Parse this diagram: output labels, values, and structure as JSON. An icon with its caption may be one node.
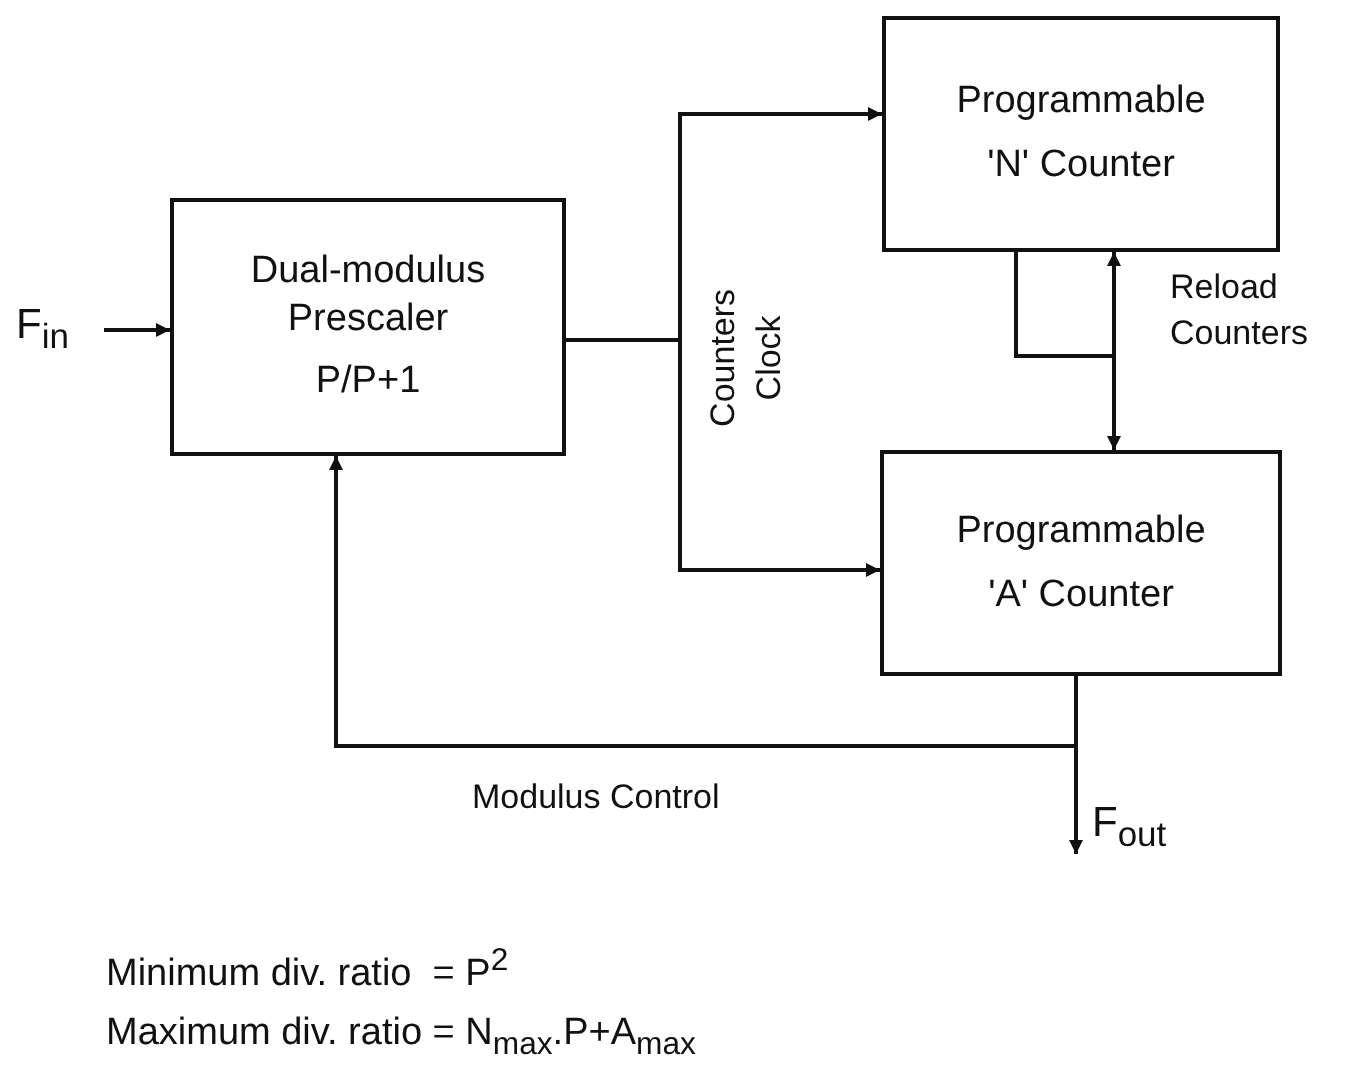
{
  "diagram": {
    "nodes": [
      {
        "text": [
          "F$_{in}$"
        ]
      },
      {
        "text": [
          "Dual-modulus Prescaler",
          "P/P+1"
        ]
      },
      {
        "text": [
          "Programmable",
          "'N' Counter"
        ]
      },
      {
        "text": [
          "Programmable",
          "'A' Counter"
        ]
      },
      {
        "text": [
          "F$_{out}$"
        ]
      }
    ],
    "edges": [
      {
        "from": 0,
        "to": 1,
        "arrow": "to"
      },
      {
        "from": 1,
        "to": 2,
        "arrow": "to"
      },
      {
        "from": 1,
        "to": 3,
        "arrow": "to"
      },
      {
        "from": 2,
        "to": 3,
        "arrow": "both",
        "label": "Reload Counters"
      },
      {
        "from": 3,
        "to": 4,
        "arrow": "to"
      },
      {
        "from": 3,
        "to": 1,
        "arrow": "to",
        "label": "Modulus Control"
      }
    ],
    "labels": [
      "Counters Clock",
      "Minimum div. ratio  = P$^{2}$",
      "Maximum div. ratio = N$_{max}$.P+A$_{max}$"
    ]
  }
}
